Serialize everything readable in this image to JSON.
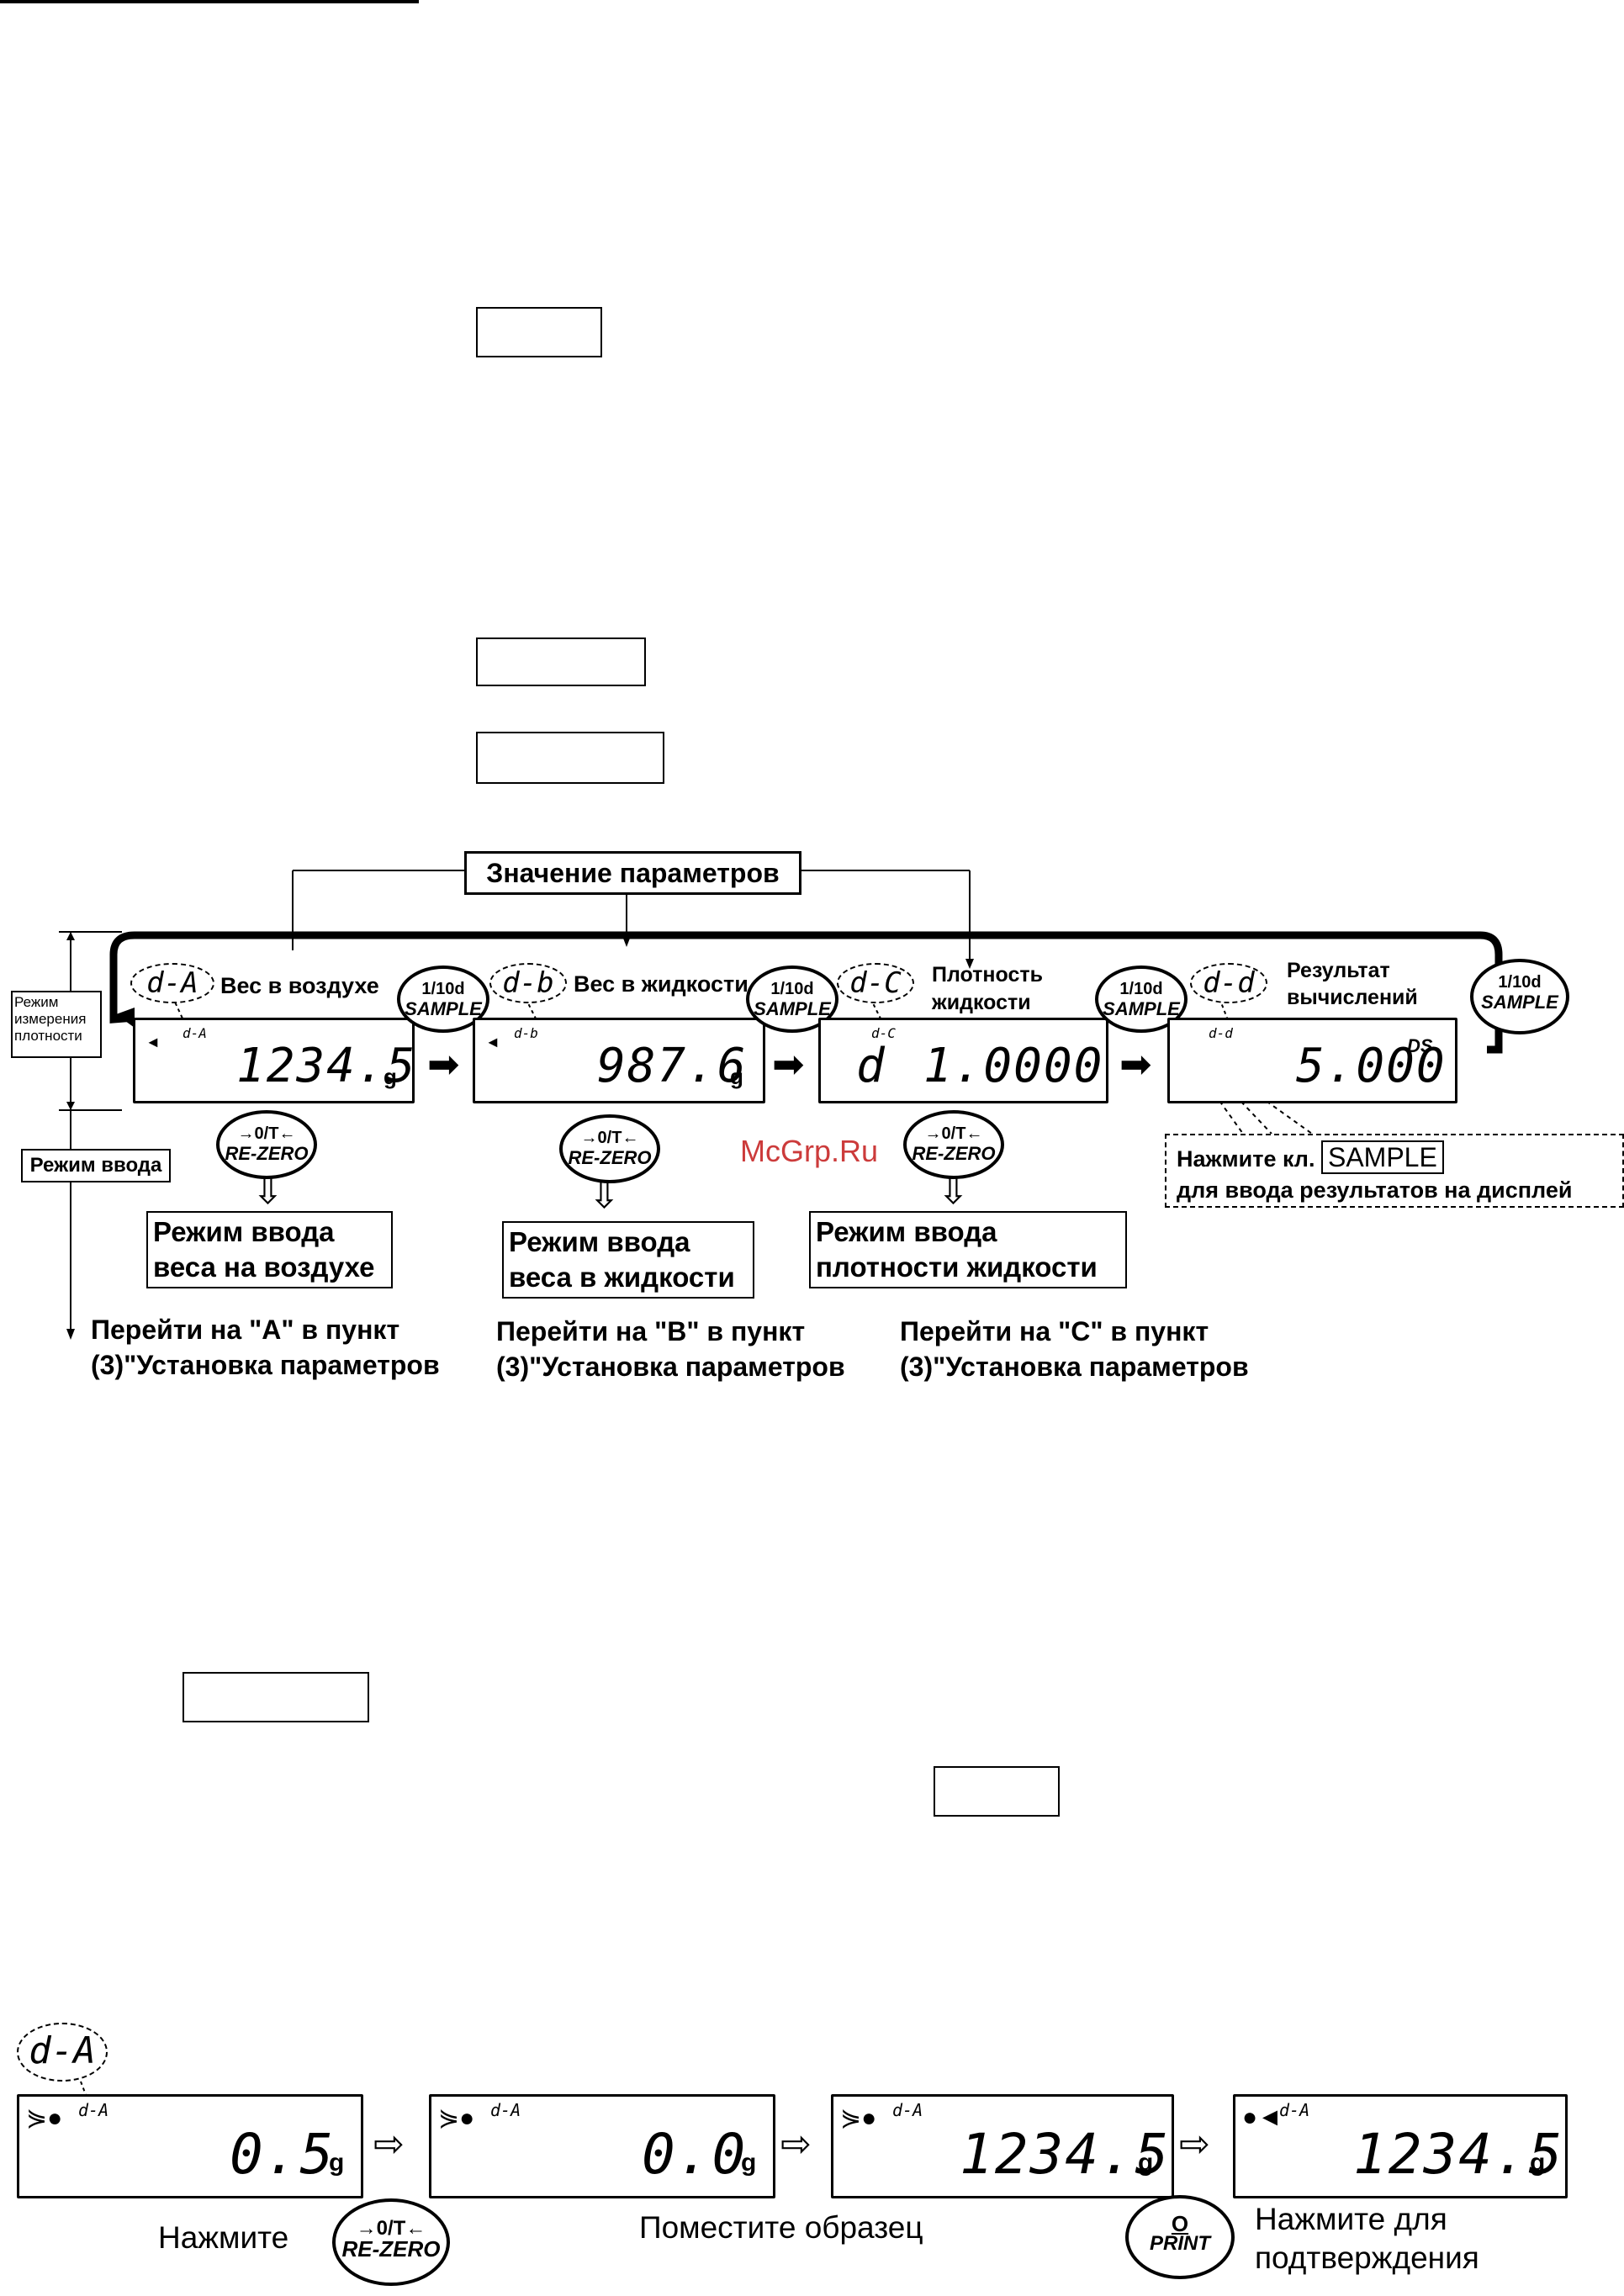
{
  "diagram": {
    "title": "Значение параметров",
    "side_density_label": "Режим измерения плотности",
    "side_input_label": "Режим ввода",
    "watermark": "McGrp.Ru",
    "sample_key": {
      "line1": "1/10d",
      "line2": "SAMPLE"
    },
    "rezero_key": {
      "line1": "→0/T←",
      "line2": "RE-ZERO"
    },
    "panels": [
      {
        "bubble": "d-A",
        "caption": "Вес в воздухе",
        "tag": "d-A",
        "value": "1234.5",
        "unit": "g"
      },
      {
        "bubble": "d-b",
        "caption": "Вес в жидкости",
        "tag": "d-b",
        "value": "987.6",
        "unit": "g"
      },
      {
        "bubble": "d-C",
        "caption_line1": "Плотность",
        "caption_line2": "жидкости",
        "tag": "d-C",
        "prefix": "d",
        "value": "1.0000",
        "unit": ""
      },
      {
        "bubble": "d-d",
        "caption_line1": "Результат",
        "caption_line2": "вычислений",
        "tag": "d-d",
        "value": "5.000",
        "unit": "DS"
      }
    ],
    "input_modes": [
      {
        "line1": "Режим ввода",
        "line2": "веса на воздухе"
      },
      {
        "line1": "Режим ввода",
        "line2": "веса в жидкости"
      },
      {
        "line1": "Режим ввода",
        "line2": "плотности жидкости"
      }
    ],
    "goto": [
      {
        "line1": "Перейти на \"A\" в пункт",
        "line2": "(3)\"Установка параметров"
      },
      {
        "line1": "Перейти на \"B\" в пункт",
        "line2": "(3)\"Установка параметров"
      },
      {
        "line1": "Перейти на \"C\" в пункт",
        "line2": "(3)\"Установка параметров"
      }
    ],
    "note": {
      "prefix": "Нажмите кл.",
      "key": "SAMPLE",
      "line2": "для ввода результатов на  дисплей"
    }
  },
  "sequence": {
    "bubble": "d-A",
    "displays": [
      {
        "tag": "d-A",
        "value": "0.5",
        "unit": "g"
      },
      {
        "tag": "d-A",
        "value": "0.0",
        "unit": "g"
      },
      {
        "tag": "d-A",
        "value": "1234.5",
        "unit": "g"
      },
      {
        "tag": "d-A",
        "value": "1234.5",
        "unit": "g"
      }
    ],
    "press_label": "Нажмите",
    "place_label": "Поместите образец",
    "confirm_line1": "Нажмите для",
    "confirm_line2": "подтверждения",
    "print_key": {
      "line1": "O",
      "line2": "PRINT"
    }
  }
}
